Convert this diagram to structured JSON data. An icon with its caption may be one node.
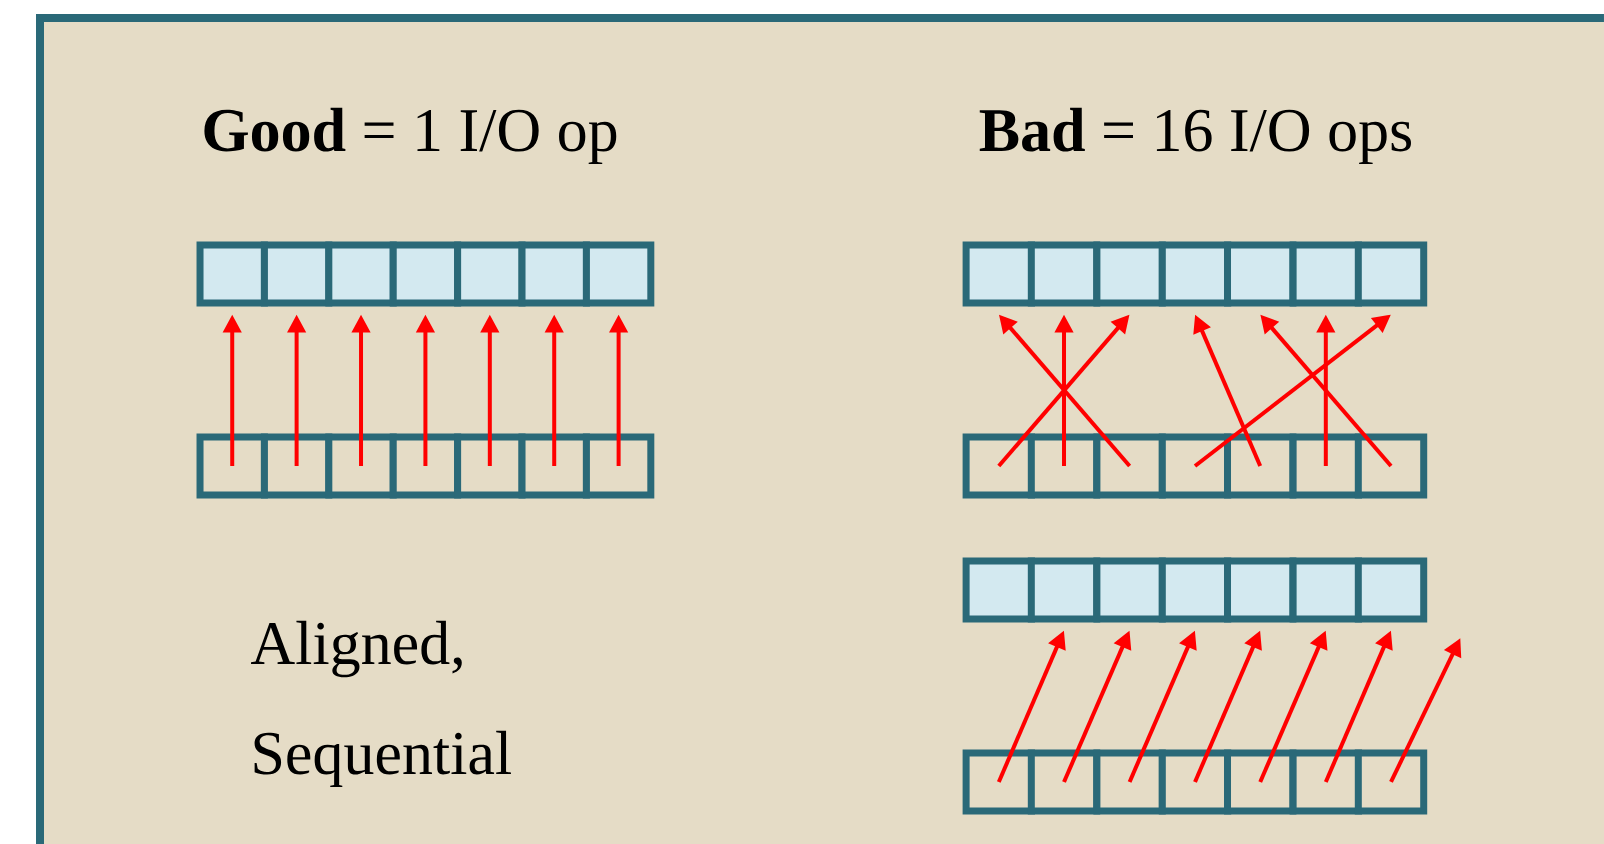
{
  "diagram": {
    "nodes": [
      {
        "text": [],
        "shape": "box"
      },
      {
        "text": [],
        "shape": "box"
      },
      {
        "text": [],
        "shape": "box"
      },
      {
        "text": [],
        "shape": "box"
      },
      {
        "text": [],
        "shape": "box"
      },
      {
        "text": [],
        "shape": "box"
      },
      {
        "text": [],
        "shape": "box"
      },
      {
        "text": [],
        "shape": "box"
      },
      {
        "text": [],
        "shape": "box"
      },
      {
        "text": [],
        "shape": "box"
      },
      {
        "text": [],
        "shape": "box"
      },
      {
        "text": [],
        "shape": "box"
      },
      {
        "text": [],
        "shape": "box"
      },
      {
        "text": [],
        "shape": "box"
      },
      {
        "text": [],
        "shape": "box"
      },
      {
        "text": [],
        "shape": "box"
      },
      {
        "text": [],
        "shape": "box"
      },
      {
        "text": [],
        "shape": "box"
      },
      {
        "text": [],
        "shape": "box"
      },
      {
        "text": [],
        "shape": "box"
      },
      {
        "text": [],
        "shape": "box"
      },
      {
        "text": [],
        "shape": "box"
      },
      {
        "text": [],
        "shape": "box"
      },
      {
        "text": [],
        "shape": "box"
      },
      {
        "text": [],
        "shape": "box"
      },
      {
        "text": [],
        "shape": "box"
      },
      {
        "text": [],
        "shape": "box"
      },
      {
        "text": [],
        "shape": "box"
      },
      {
        "text": [],
        "shape": "box"
      },
      {
        "text": [],
        "shape": "box"
      },
      {
        "text": [],
        "shape": "box"
      },
      {
        "text": [],
        "shape": "box"
      },
      {
        "text": [],
        "shape": "box"
      },
      {
        "text": [],
        "shape": "box"
      },
      {
        "text": [],
        "shape": "box"
      },
      {
        "text": [],
        "shape": "box"
      },
      {
        "text": [],
        "shape": "box"
      },
      {
        "text": [],
        "shape": "box"
      },
      {
        "text": [],
        "shape": "box"
      },
      {
        "text": [],
        "shape": "box"
      },
      {
        "text": [],
        "shape": "box"
      },
      {
        "text": [],
        "shape": "box"
      }
    ],
    "edges": [
      {
        "from": 7,
        "to": 0,
        "arrow": "to"
      },
      {
        "from": 8,
        "to": 1,
        "arrow": "to"
      },
      {
        "from": 9,
        "to": 2,
        "arrow": "to"
      },
      {
        "from": 10,
        "to": 3,
        "arrow": "to"
      },
      {
        "from": 11,
        "to": 4,
        "arrow": "to"
      },
      {
        "from": 12,
        "to": 5,
        "arrow": "to"
      },
      {
        "from": 13,
        "to": 6,
        "arrow": "to"
      },
      {
        "from": 21,
        "to": 16,
        "arrow": "to"
      },
      {
        "from": 22,
        "to": 15,
        "arrow": "to"
      },
      {
        "from": 23,
        "to": 14,
        "arrow": "to"
      },
      {
        "from": 24,
        "to": 20,
        "arrow": "to"
      },
      {
        "from": 25,
        "to": 17,
        "arrow": "to"
      },
      {
        "from": 26,
        "to": 19,
        "arrow": "to"
      },
      {
        "from": 27,
        "to": 18,
        "arrow": "to"
      },
      {
        "from": 35,
        "to": 29,
        "arrow": "to"
      },
      {
        "from": 36,
        "to": 30,
        "arrow": "to"
      },
      {
        "from": 37,
        "to": 31,
        "arrow": "to"
      },
      {
        "from": 38,
        "to": 32,
        "arrow": "to"
      },
      {
        "from": 39,
        "to": 33,
        "arrow": "to"
      },
      {
        "from": 40,
        "to": 34,
        "arrow": "to"
      },
      {
        "from": 41,
        "to": null,
        "arrow": "to"
      }
    ],
    "labels": [
      "**Good** = 1 I/O op",
      "**Bad** = 16 I/O ops",
      "Aligned, Sequential"
    ]
  }
}
